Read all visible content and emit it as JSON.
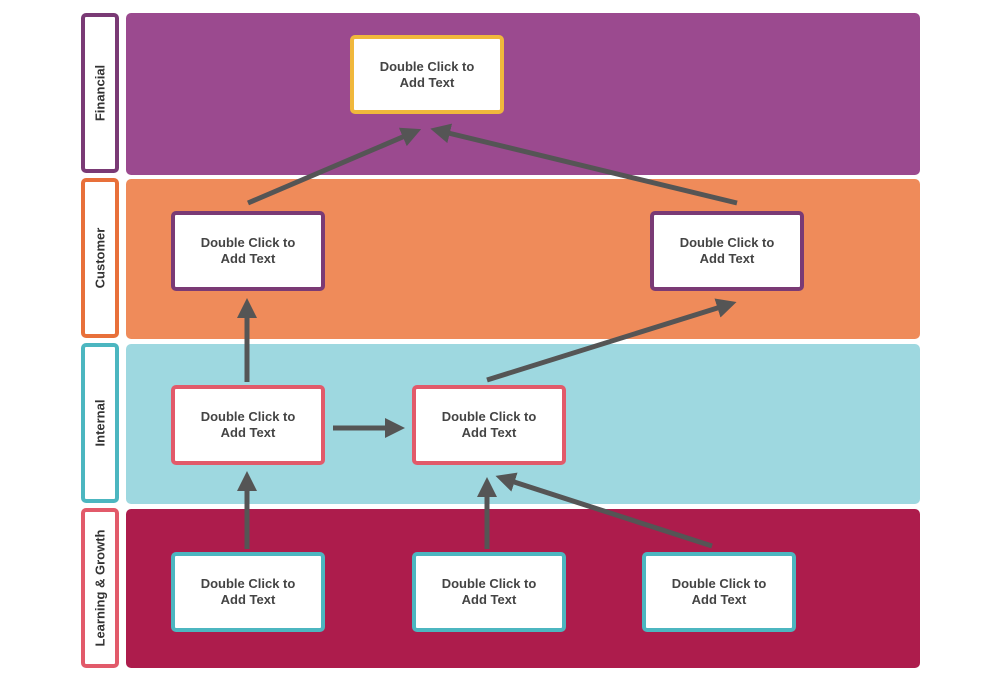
{
  "lanes": [
    {
      "id": "financial",
      "label": "Financial",
      "color": "#9b4a8f",
      "border": "#7a3a75"
    },
    {
      "id": "customer",
      "label": "Customer",
      "color": "#ef8b5a",
      "border": "#e8703a"
    },
    {
      "id": "internal",
      "label": "Internal",
      "color": "#9ed8e0",
      "border": "#4cb6c0"
    },
    {
      "id": "learning",
      "label": "Learning & Growth",
      "color": "#ad1c4c",
      "border": "#e25a6a"
    }
  ],
  "nodes": {
    "financial_1": {
      "line1": "Double Click to",
      "line2": "Add Text",
      "border": "#f0b83c"
    },
    "customer_1": {
      "line1": "Double Click to",
      "line2": "Add Text",
      "border": "#7a3a75"
    },
    "customer_2": {
      "line1": "Double Click to",
      "line2": "Add Text",
      "border": "#7a3a75"
    },
    "internal_1": {
      "line1": "Double Click to",
      "line2": "Add Text",
      "border": "#e25a6a"
    },
    "internal_2": {
      "line1": "Double Click to",
      "line2": "Add Text",
      "border": "#e25a6a"
    },
    "learning_1": {
      "line1": "Double Click to",
      "line2": "Add Text",
      "border": "#4cb6c0"
    },
    "learning_2": {
      "line1": "Double Click to",
      "line2": "Add Text",
      "border": "#4cb6c0"
    },
    "learning_3": {
      "line1": "Double Click to",
      "line2": "Add Text",
      "border": "#4cb6c0"
    }
  },
  "arrow_color": "#555555"
}
